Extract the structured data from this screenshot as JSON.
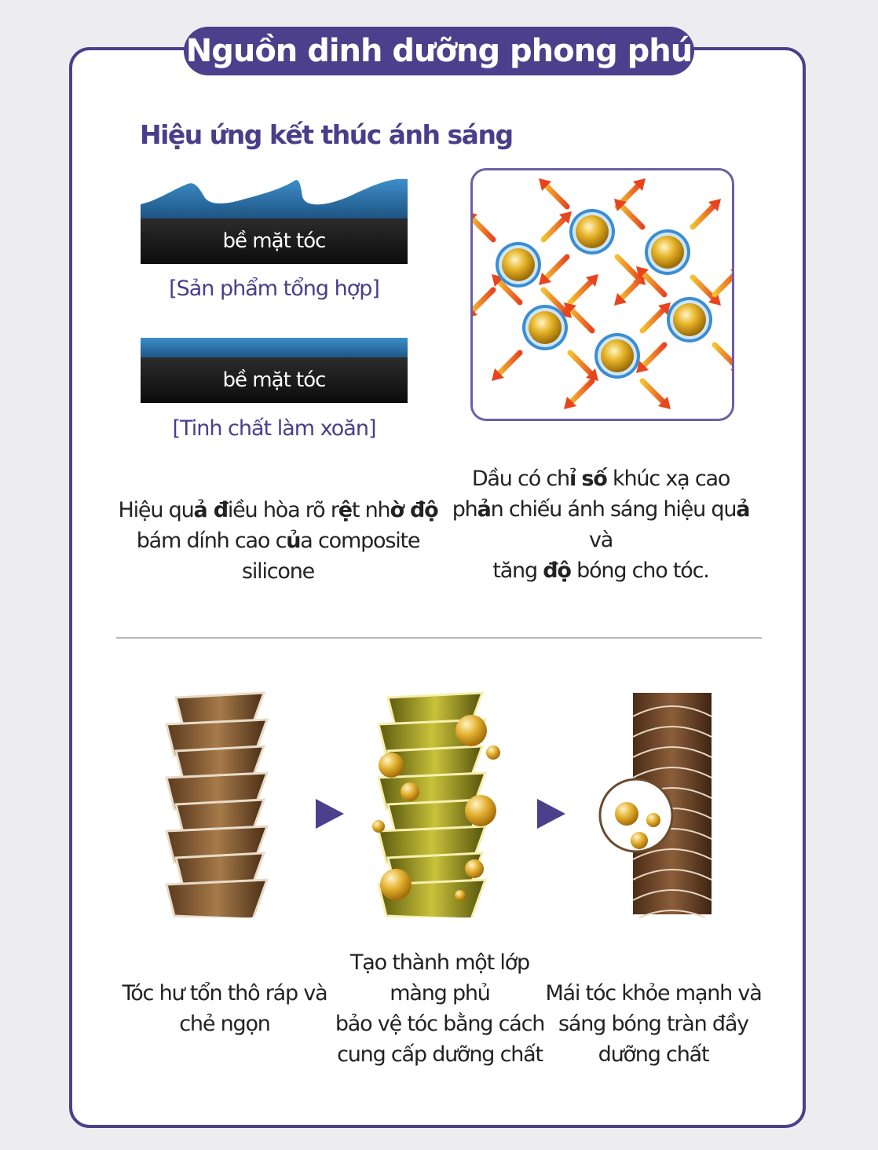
{
  "header": {
    "title": "Nguồn dinh dưỡng phong phú"
  },
  "section1": {
    "subtitle": "Hiệu ứng kết thúc ánh sáng",
    "synthetic": {
      "surface_label": "bề mặt tóc",
      "caption": "[Sản phẩm tổng hợp]"
    },
    "essence": {
      "surface_label": "bề mặt tóc",
      "caption": "[Tinh chất làm xoăn]"
    },
    "left_desc": {
      "line1_a": "Hiệu qu",
      "line1_b": "ả đ",
      "line1_c": "iều hòa rõ r",
      "line1_d": "ệ",
      "line1_e": "t nh",
      "line1_f": "ờ độ",
      "line2_a": "bám dính cao c",
      "line2_b": "ủ",
      "line2_c": "a composite",
      "line3": "silicone"
    },
    "right_desc": {
      "line1_a": "Dầu có ch",
      "line1_b": "ỉ",
      "line1_c": " ",
      "line1_d": "số",
      "line1_e": " khúc xạ cao",
      "line2_a": "ph",
      "line2_b": "ả",
      "line2_c": "n chiếu ánh sáng hiệu qu",
      "line2_d": "ả",
      "line2_e": " và",
      "line3_a": "tăng ",
      "line3_b": "độ",
      "line3_c": " bóng cho tóc."
    }
  },
  "section2": {
    "damaged": {
      "line1": "Tóc hư tổn thô ráp và",
      "line2": "chẻ ngọn"
    },
    "coating": {
      "line1": "Tạo thành một lớp",
      "line2": "màng phủ",
      "line3": "bảo vệ tóc bằng cách",
      "line4": "cung cấp dưỡng chất"
    },
    "healthy": {
      "line1": "Mái tóc khỏe mạnh và",
      "line2": "sáng bóng tràn đầy",
      "line3": "dưỡng chất"
    }
  },
  "colors": {
    "brand": "#4c3f8c",
    "caption": "#4a3e8a",
    "hair_blue": "#2a6fa8",
    "gold": "#d9a21a"
  }
}
